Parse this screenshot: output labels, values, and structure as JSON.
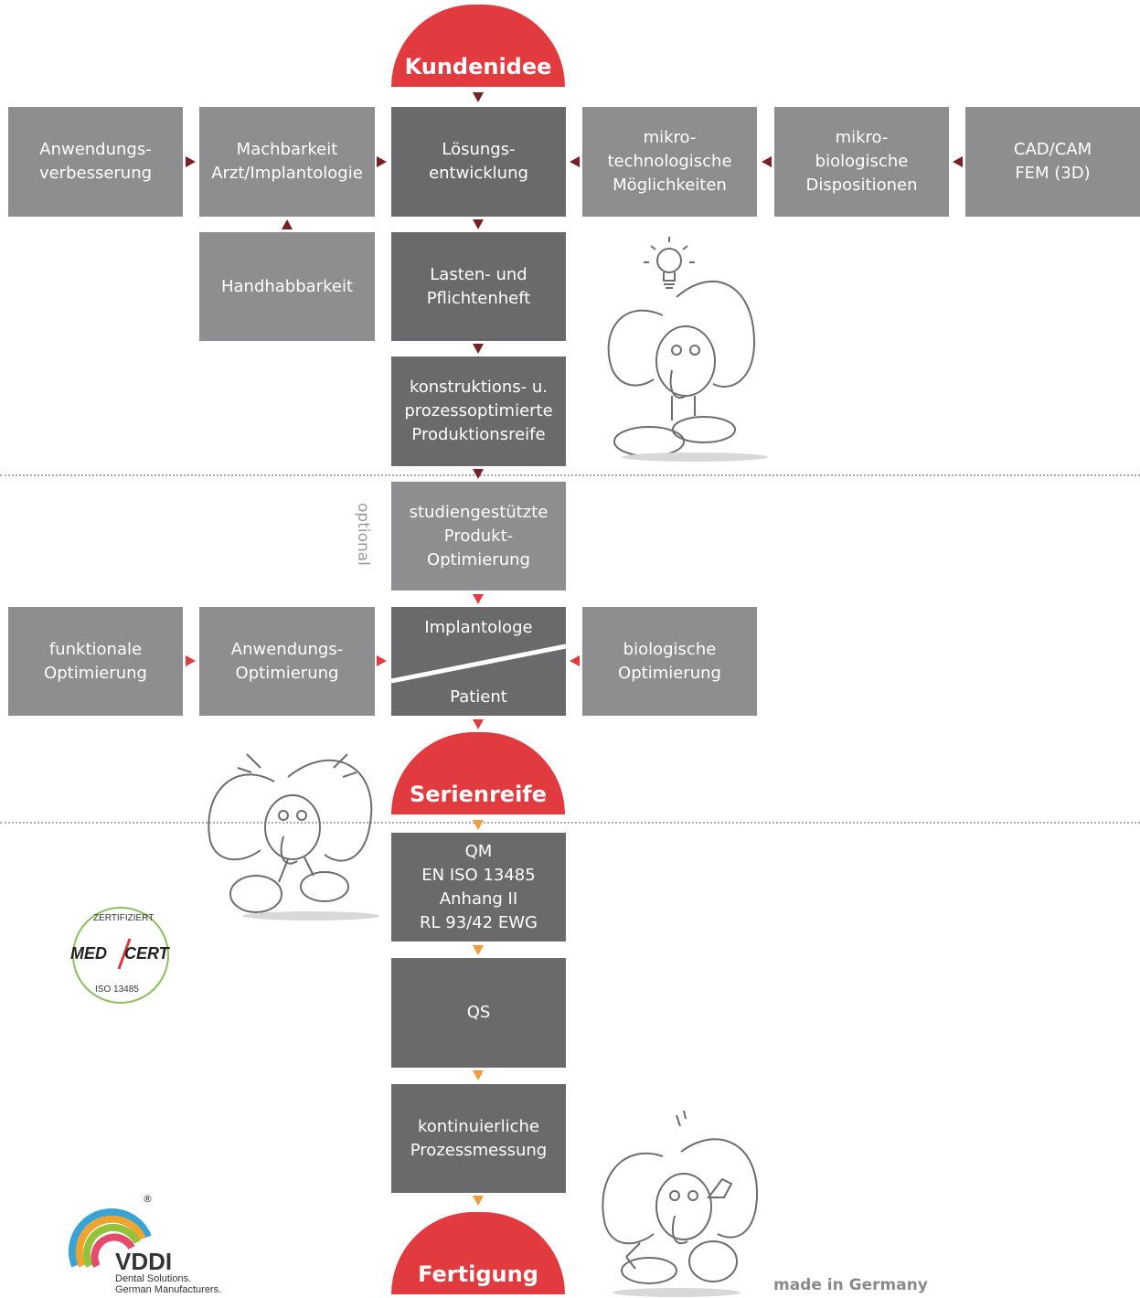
{
  "domes": {
    "kundenidee": "Kundenidee",
    "serienreife": "Serienreife",
    "fertigung": "Fertigung"
  },
  "row1": {
    "anwendungsverbesserung": "Anwendungs-\nverbesserung",
    "machbarkeit": "Machbarkeit\nArzt/Implantologie",
    "loesungsentwicklung": "Lösungs-\nentwicklung",
    "mikrotechnologische": "mikro-\ntechnologische\nMöglichkeiten",
    "mikrobiologische": "mikro-\nbiologische\nDispositionen",
    "cadcam": "CAD/CAM\nFEM (3D)"
  },
  "column": {
    "handhabbarkeit": "Handhabbarkeit",
    "lastenheft": "Lasten- und\nPflichtenheft",
    "produktionsreife": "konstruktions- u.\nprozessoptimierte\nProduktionsreife",
    "optional": "optional",
    "studien": "studiengestützte\nProdukt-\nOptimierung"
  },
  "row2": {
    "funktionale": "funktionale\nOptimierung",
    "anwendungsoptimierung": "Anwendungs-\nOptimierung",
    "implantologe": "Implantologe",
    "patient": "Patient",
    "biologische": "biologische\nOptimierung"
  },
  "quality": {
    "qm": "QM\nEN ISO 13485\nAnhang II\nRL 93/42 EWG",
    "qs": "QS",
    "prozessmessung": "kontinuierliche\nProzessmessung"
  },
  "badges": {
    "medcert_top": "ZERTIFIZIERT",
    "medcert_main_left": "MED",
    "medcert_main_right": "CERT",
    "medcert_bottom": "ISO 13485",
    "vddi_name": "VDDI",
    "vddi_line1": "Dental Solutions.",
    "vddi_line2": "German Manufacturers.",
    "vddi_reg": "®"
  },
  "footer": {
    "made_in": "made in Germany"
  },
  "colors": {
    "red": "#e13a3f",
    "dark_box": "#6a6a6d",
    "light_box": "#8e8e90",
    "arrow_dark": "#7a2127",
    "arrow_orange": "#f39a3a"
  }
}
